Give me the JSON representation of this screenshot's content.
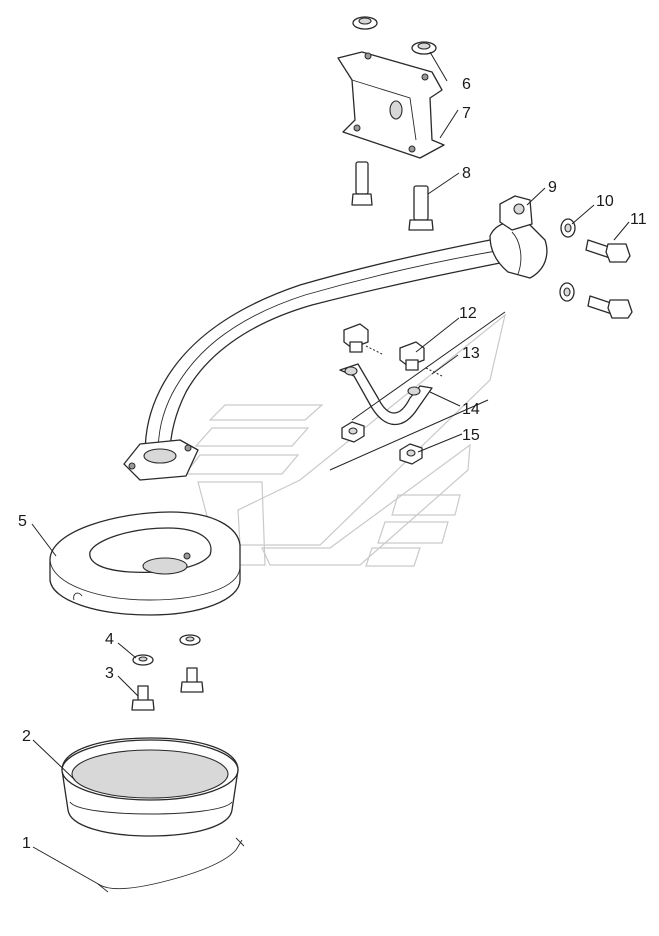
{
  "callouts": {
    "c1": "1",
    "c2": "2",
    "c3": "3",
    "c4": "4",
    "c5": "5",
    "c6": "6",
    "c7": "7",
    "c8": "8",
    "c9": "9",
    "c10": "10",
    "c11": "11",
    "c12": "12",
    "c13": "13",
    "c14": "14",
    "c15": "15"
  },
  "colors": {
    "line": "#2a2a2a",
    "shade": "#d8d8d8",
    "watermark": "#c9c9c9"
  }
}
